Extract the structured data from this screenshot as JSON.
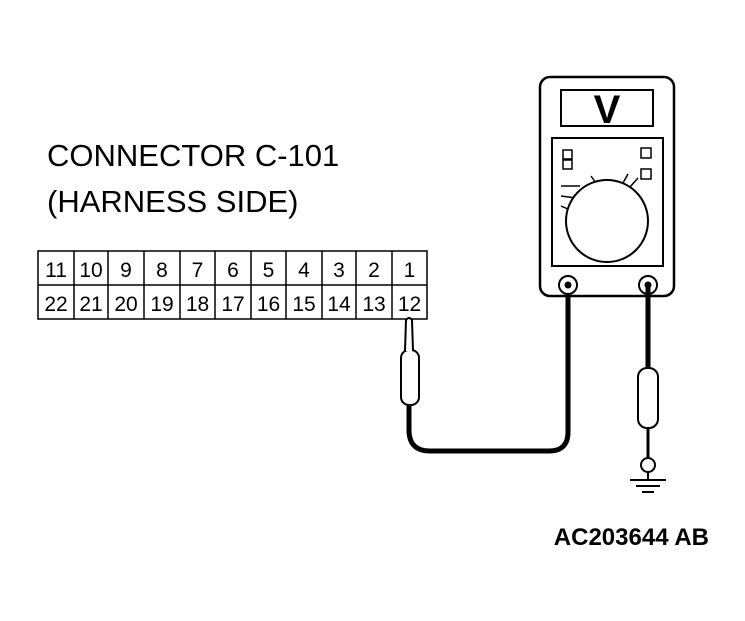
{
  "connector": {
    "title_line1": "CONNECTOR C-101",
    "title_line2": "(HARNESS SIDE)",
    "top_row_pins": [
      "11",
      "10",
      "9",
      "8",
      "7",
      "6",
      "5",
      "4",
      "3",
      "2",
      "1"
    ],
    "bottom_row_pins": [
      "22",
      "21",
      "20",
      "19",
      "18",
      "17",
      "16",
      "15",
      "14",
      "13",
      "12"
    ],
    "probed_pin": "12"
  },
  "multimeter": {
    "display_unit": "V"
  },
  "ground_symbol": "ground-icon",
  "figure_id": "AC203644 AB"
}
